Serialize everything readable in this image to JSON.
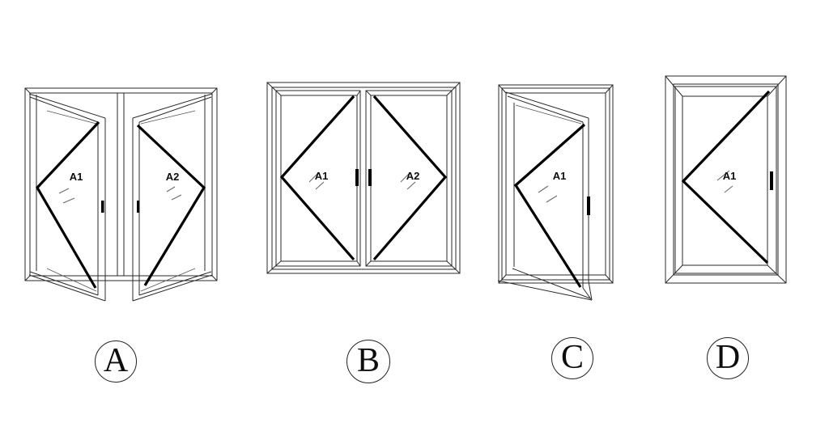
{
  "canvas": {
    "background": "#ffffff",
    "line_color": "#2a2a2a",
    "accent_color": "#000000"
  },
  "drawings": {
    "a": {
      "badge": "A",
      "type": "double-casement-window-open",
      "panes": [
        "A1",
        "A2"
      ]
    },
    "b": {
      "badge": "B",
      "type": "double-casement-window-closed",
      "panes": [
        "A1",
        "A2"
      ]
    },
    "c": {
      "badge": "C",
      "type": "single-casement-window-open",
      "panes": [
        "A1"
      ]
    },
    "d": {
      "badge": "D",
      "type": "single-casement-window-closed",
      "panes": [
        "A1"
      ]
    }
  }
}
